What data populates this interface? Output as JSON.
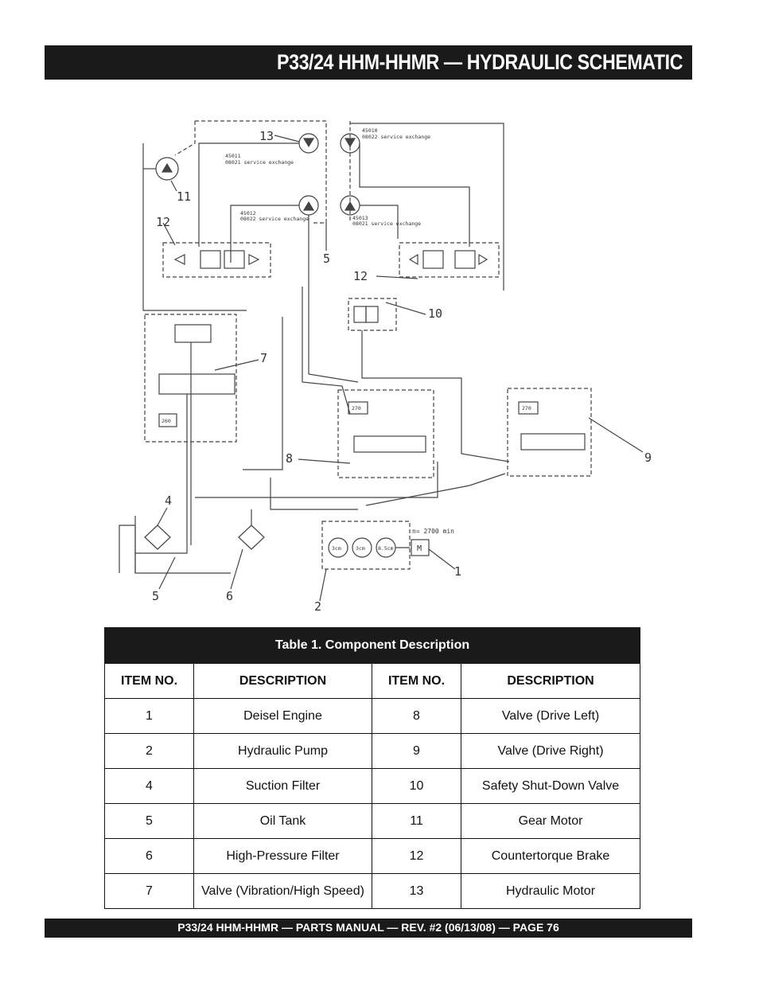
{
  "header": {
    "title": "P33/24 HHM-HHMR — HYDRAULIC SCHEMATIC"
  },
  "schematic": {
    "callouts": [
      "13",
      "11",
      "12",
      "5",
      "12",
      "10",
      "7",
      "8",
      "9",
      "4",
      "5",
      "6",
      "2",
      "1"
    ],
    "annotations": {
      "a45011": "45011",
      "a08021a": "08021 service exchange",
      "a45010": "45010",
      "a08022a": "08022 service exchange",
      "a45012": "45012",
      "a08022b": "08022 service exchange",
      "a45013": "45013",
      "a08021b": "08021 service exchange",
      "speed": "n= 2700 min",
      "p1": "3cm",
      "p2": "3cm",
      "p3": "8.5cm",
      "motor": "M",
      "v270a": "270",
      "v270b": "270",
      "v260": "260"
    }
  },
  "table": {
    "caption": "Table 1. Component Description",
    "headers": [
      "ITEM NO.",
      "DESCRIPTION",
      "ITEM NO.",
      "DESCRIPTION"
    ],
    "rows": [
      {
        "left_no": "1",
        "left_desc": "Deisel Engine",
        "right_no": "8",
        "right_desc": "Valve (Drive Left)"
      },
      {
        "left_no": "2",
        "left_desc": "Hydraulic Pump",
        "right_no": "9",
        "right_desc": "Valve (Drive Right)"
      },
      {
        "left_no": "4",
        "left_desc": "Suction Filter",
        "right_no": "10",
        "right_desc": "Safety Shut-Down Valve"
      },
      {
        "left_no": "5",
        "left_desc": "Oil Tank",
        "right_no": "11",
        "right_desc": "Gear Motor"
      },
      {
        "left_no": "6",
        "left_desc": "High-Pressure Filter",
        "right_no": "12",
        "right_desc": "Countertorque Brake"
      },
      {
        "left_no": "7",
        "left_desc": "Valve (Vibration/High Speed)",
        "right_no": "13",
        "right_desc": "Hydraulic Motor"
      }
    ]
  },
  "footer": {
    "text": "P33/24 HHM-HHMR — PARTS MANUAL — REV. #2 (06/13/08) — PAGE 76"
  }
}
